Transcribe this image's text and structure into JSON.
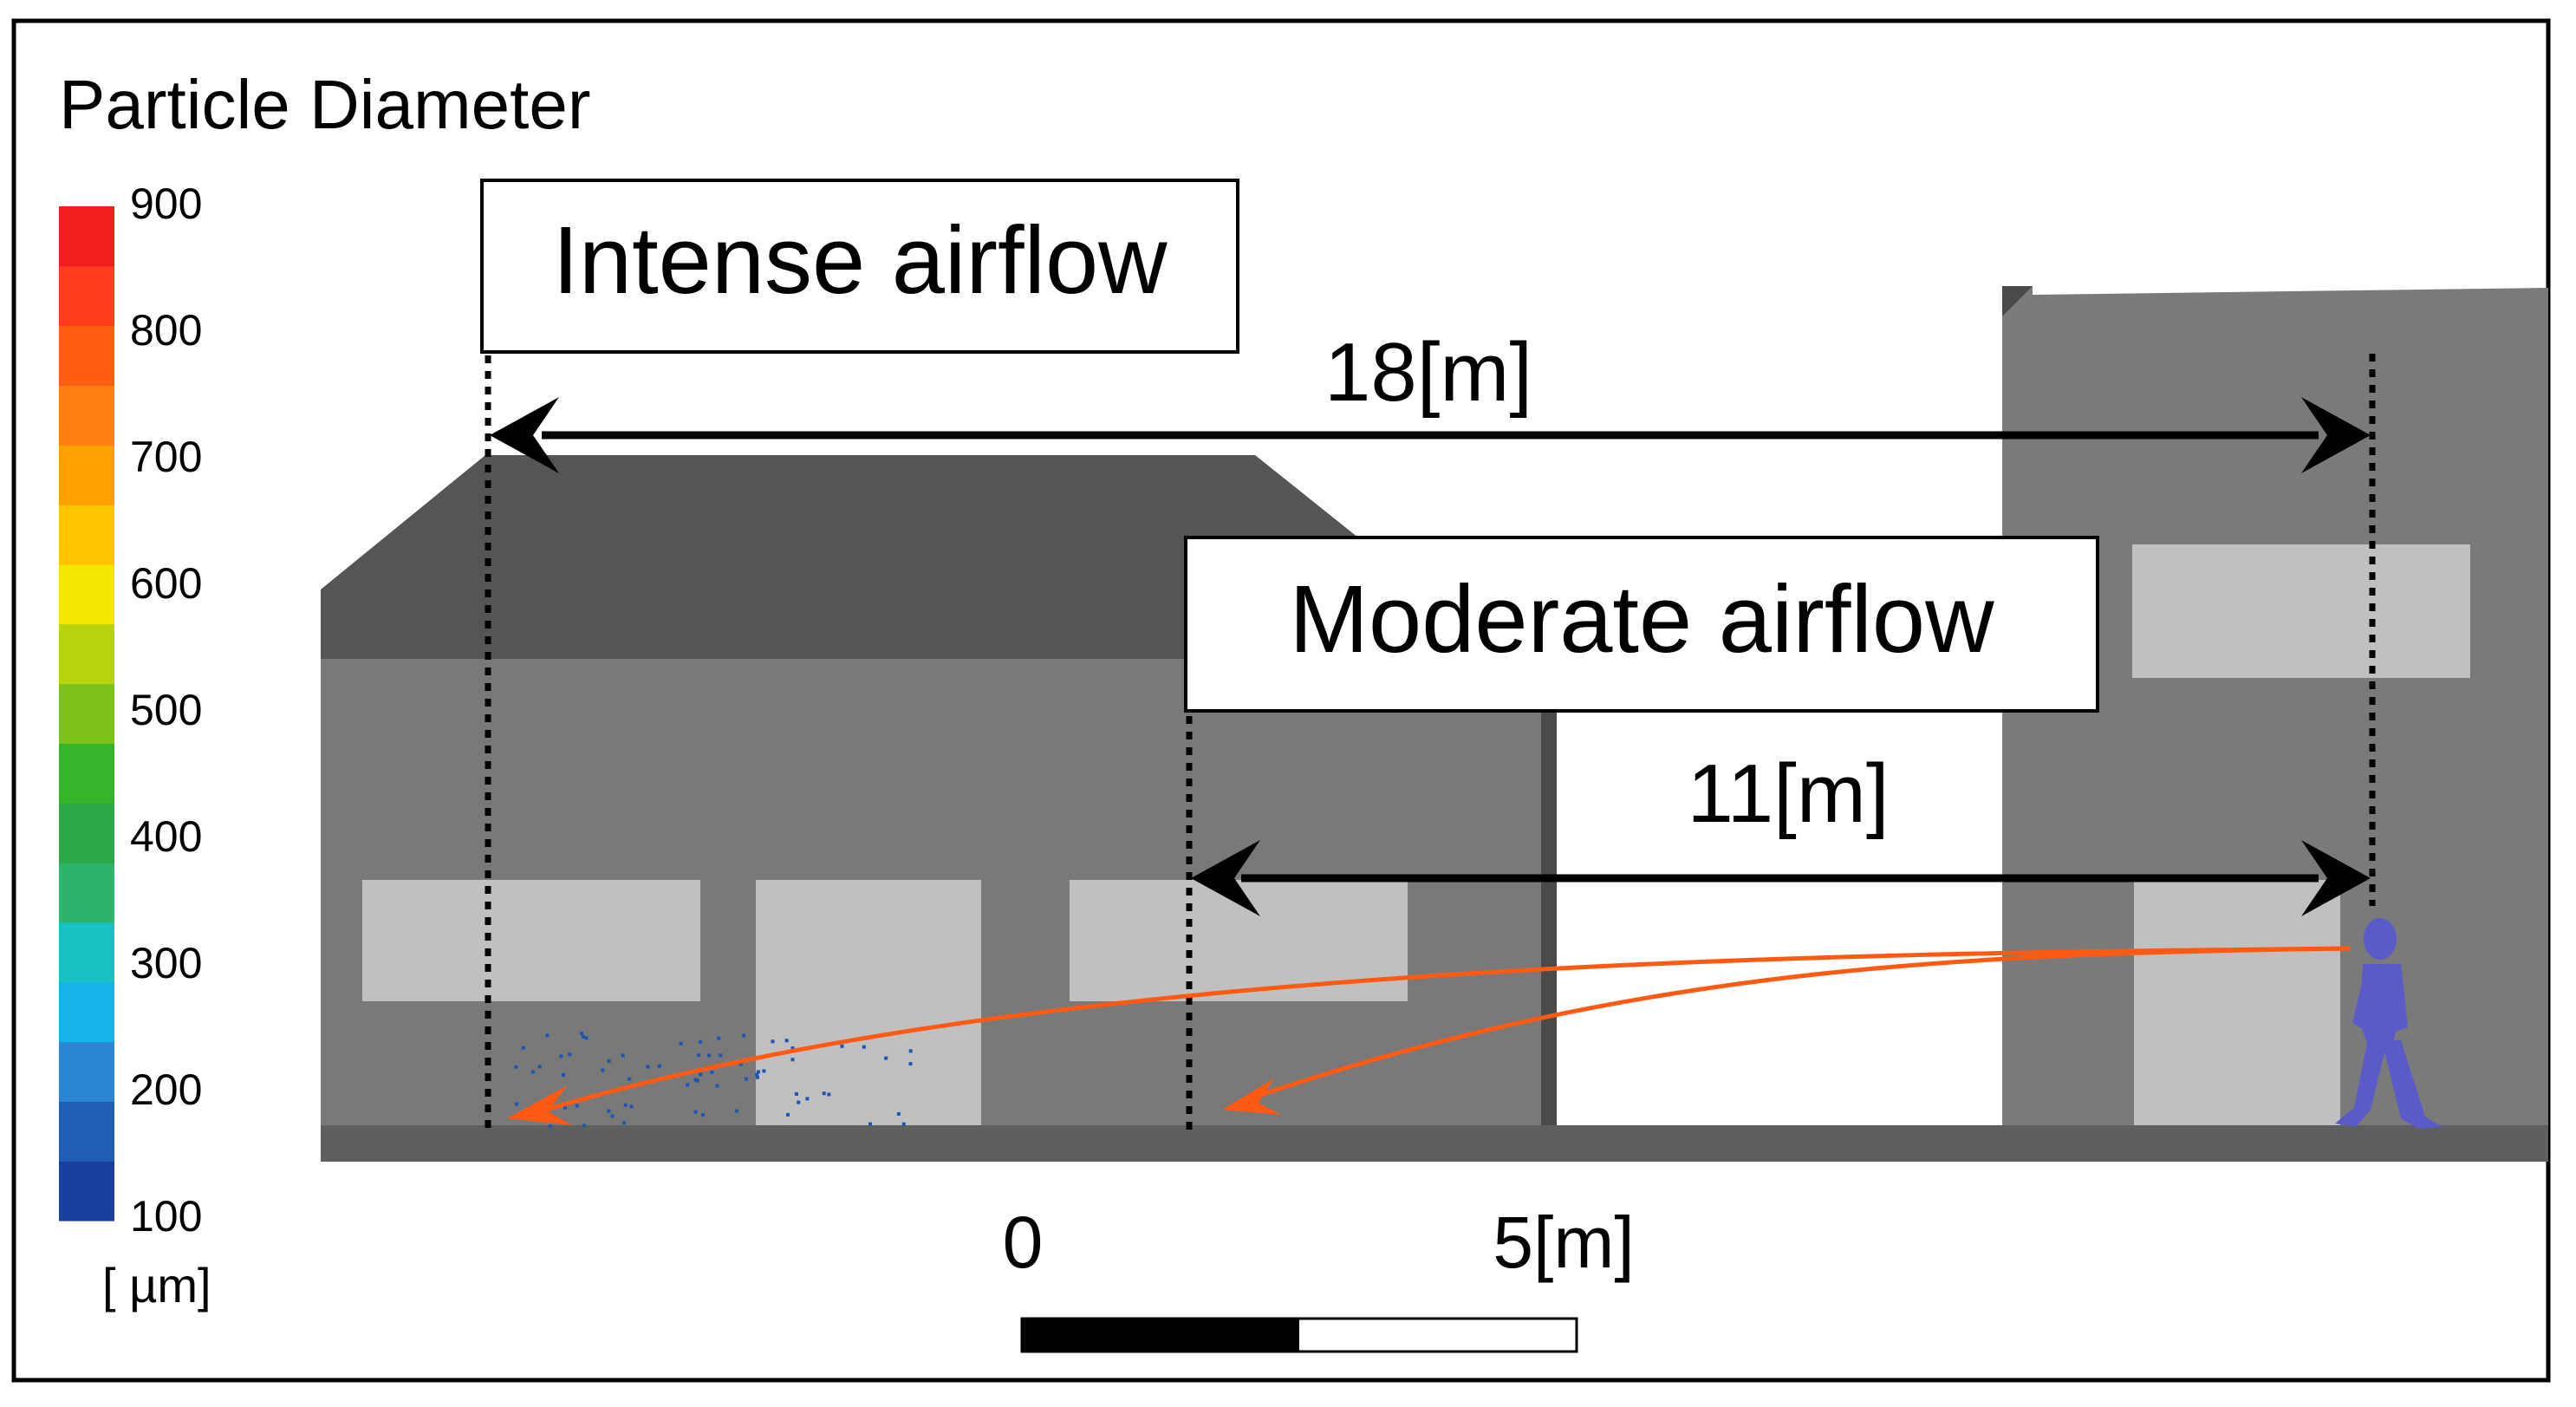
{
  "legend": {
    "title": "Particle Diameter",
    "unit": "[ µm]",
    "ticks": [
      "900",
      "800",
      "700",
      "600",
      "500",
      "400",
      "300",
      "200",
      "100"
    ],
    "colors": [
      "#1a3fa0",
      "#1e5fb4",
      "#2a86d4",
      "#14b4ea",
      "#19c2c2",
      "#2eb36a",
      "#2aa84a",
      "#36b52a",
      "#7cc11c",
      "#b8d40e",
      "#f3e600",
      "#ffc400",
      "#ffa000",
      "#ff8010",
      "#ff5e10",
      "#ff3c1c",
      "#f01e1e"
    ]
  },
  "labels": {
    "intense": "Intense airflow",
    "moderate": "Moderate airflow",
    "dist_long": "18[m]",
    "dist_short": "11[m]"
  },
  "scale_bar": {
    "start_label": "0",
    "end_label": "5[m]"
  },
  "colors": {
    "trajectory": "#ff5a14",
    "particles": "#1f55b0",
    "person": "#5a5ac8",
    "building_dark": "#555555",
    "building_mid": "#787878",
    "window": "#c0c0c0",
    "ground": "#5f5f5f"
  }
}
